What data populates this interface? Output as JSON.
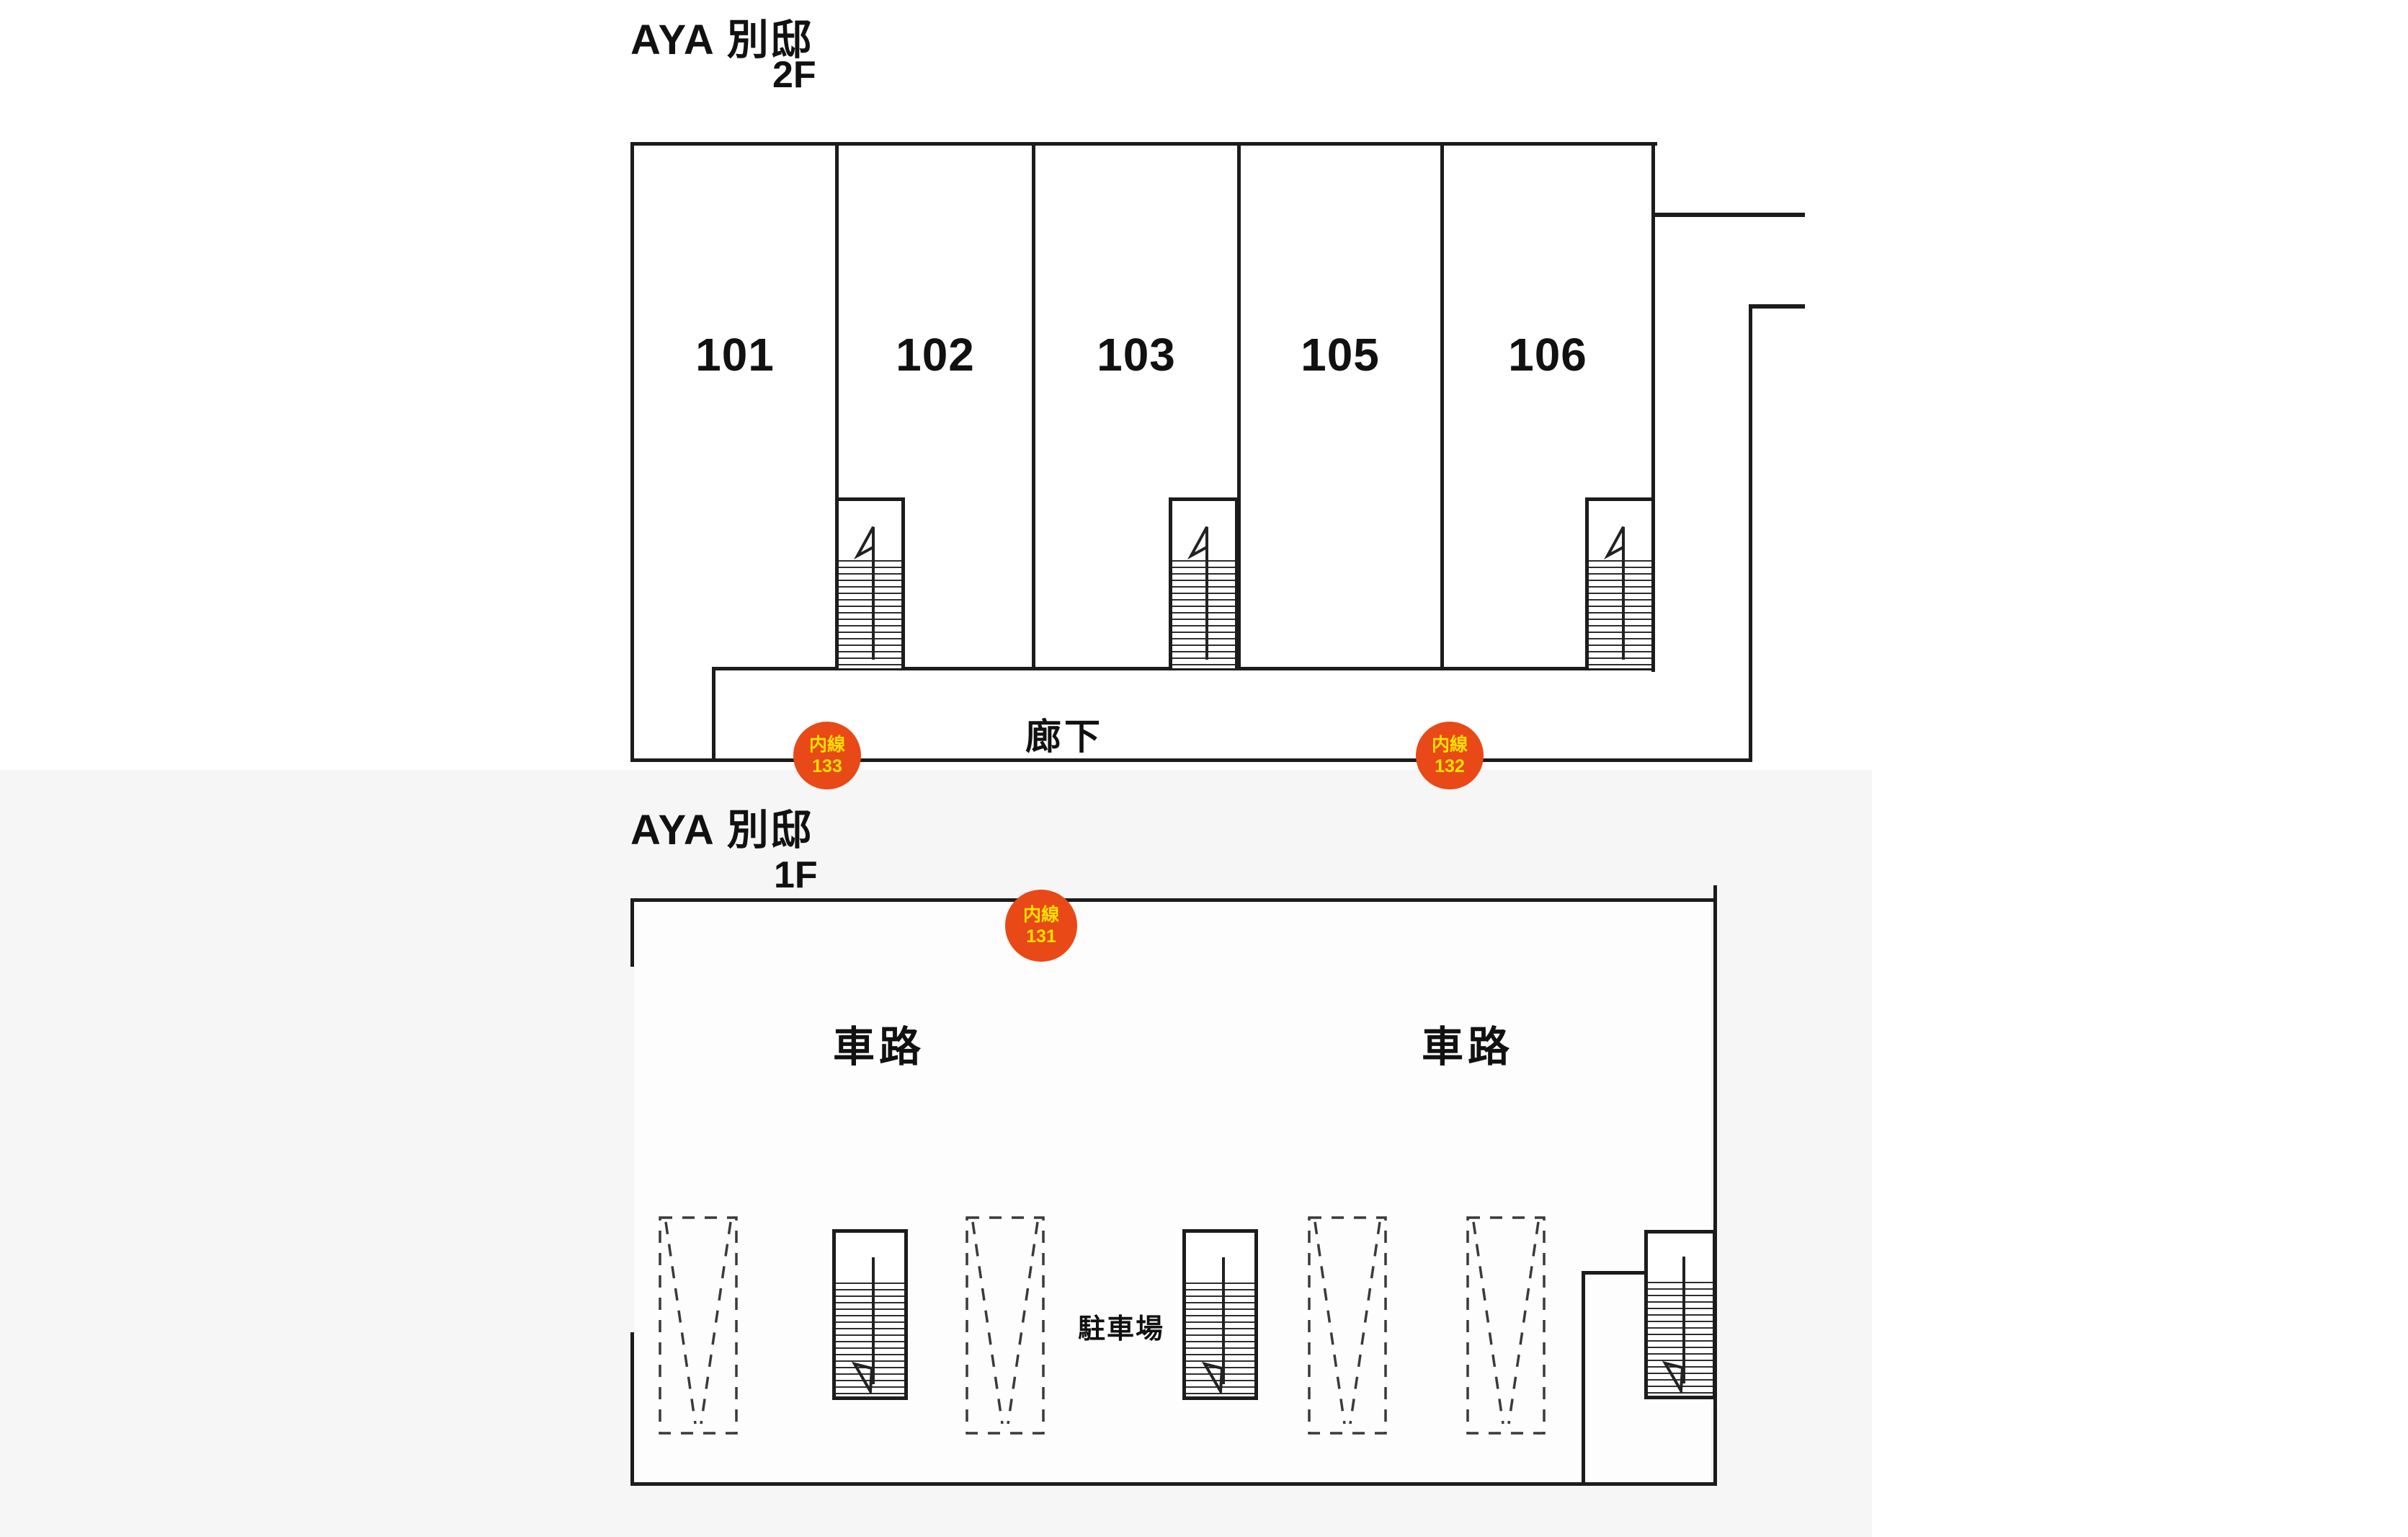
{
  "floor_2f": {
    "title": "AYA 別邸",
    "floor_label": "2F",
    "rooms": [
      "101",
      "102",
      "103",
      "105",
      "106"
    ],
    "corridor_label": "廊下",
    "badge_left": {
      "label": "内線",
      "number": "133"
    },
    "badge_right": {
      "label": "内線",
      "number": "132"
    }
  },
  "floor_1f": {
    "title": "AYA 別邸",
    "floor_label": "1F",
    "driveway_label_left": "車路",
    "driveway_label_right": "車路",
    "parking_label": "駐車場",
    "badge": {
      "label": "内線",
      "number": "131"
    }
  },
  "colors": {
    "wall": "#1c1c1c",
    "badge_background": "#e84917",
    "badge_text": "#ffe100",
    "lower_panel_background": "#f6f6f6"
  }
}
